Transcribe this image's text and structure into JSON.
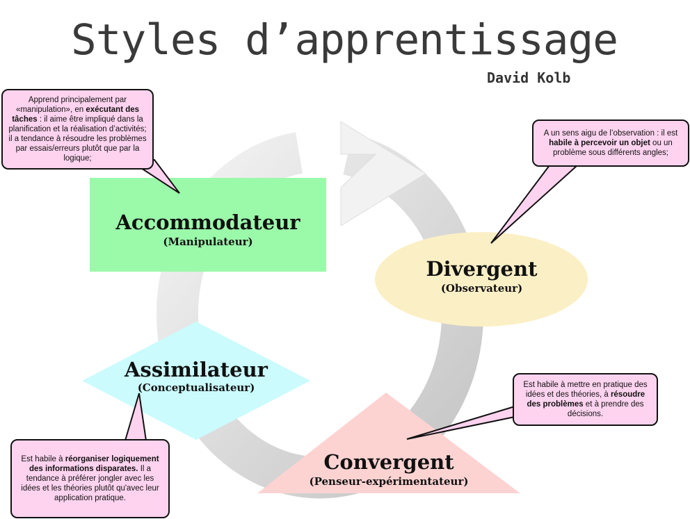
{
  "title": "Styles d’apprentissage",
  "author": "David Kolb",
  "colors": {
    "accommodateur": "#9bf9aa",
    "divergent": "#fbefc5",
    "assimilateur": "#cbfbfc",
    "convergent": "#fdd3d2",
    "callout": "#fdd3ef"
  },
  "styles": {
    "accommodateur": {
      "name": "Accommodateur",
      "role": "(Manipulateur)"
    },
    "divergent": {
      "name": "Divergent",
      "role": "(Observateur)"
    },
    "assimilateur": {
      "name": "Assimilateur",
      "role": "(Conceptualisateur)"
    },
    "convergent": {
      "name": "Convergent",
      "role": "(Penseur-expérimentateur)"
    }
  },
  "callouts": {
    "accommodateur": {
      "t1": "Apprend principalement par «manipulation», en ",
      "b1": "exécutant des tâches",
      "t2": " : il aime être impliqué dans la planification et la réalisation d’activités; il a tendance à résoudre les problèmes par essais/erreurs plutôt que par la logique;"
    },
    "divergent": {
      "t1": "A un sens aigu de l’observation : il est ",
      "b1": "habile à percevoir un objet",
      "t2": " ou un problème sous différents angles;"
    },
    "convergent": {
      "t1": "Est habile à mettre en pratique des idées et des théories, à ",
      "b1": "résoudre des problèmes",
      "t2": " et à prendre des décisions."
    },
    "assimilateur": {
      "t1": "Est habile à ",
      "b1": "réorganiser logiquement des informations disparates.",
      "t2": " Il a tendance à préférer jongler avec les idées et les théories plutôt qu'avec leur application pratique."
    }
  }
}
